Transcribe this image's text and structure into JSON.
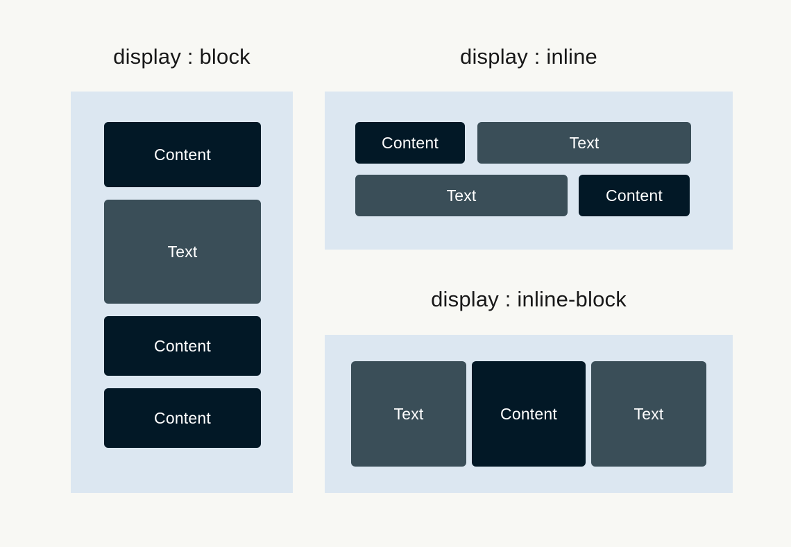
{
  "page": {
    "background_color": "#f8f8f4",
    "panel_color": "#dce7f1",
    "dark_box_color": "#021826",
    "slate_box_color": "#3a4e58",
    "label_text_color": "#ffffff",
    "title_text_color": "#181818"
  },
  "sections": {
    "block": {
      "title": "display : block",
      "boxes": [
        {
          "label": "Content",
          "variant": "dark"
        },
        {
          "label": "Text",
          "variant": "slate"
        },
        {
          "label": "Content",
          "variant": "dark"
        },
        {
          "label": "Content",
          "variant": "dark"
        }
      ]
    },
    "inline": {
      "title": "display : inline",
      "boxes": [
        {
          "label": "Content",
          "variant": "dark"
        },
        {
          "label": "Text",
          "variant": "slate"
        },
        {
          "label": "Text",
          "variant": "slate"
        },
        {
          "label": "Content",
          "variant": "dark"
        }
      ]
    },
    "inline_block": {
      "title": "display : inline-block",
      "boxes": [
        {
          "label": "Text",
          "variant": "slate"
        },
        {
          "label": "Content",
          "variant": "dark"
        },
        {
          "label": "Text",
          "variant": "slate"
        }
      ]
    }
  }
}
